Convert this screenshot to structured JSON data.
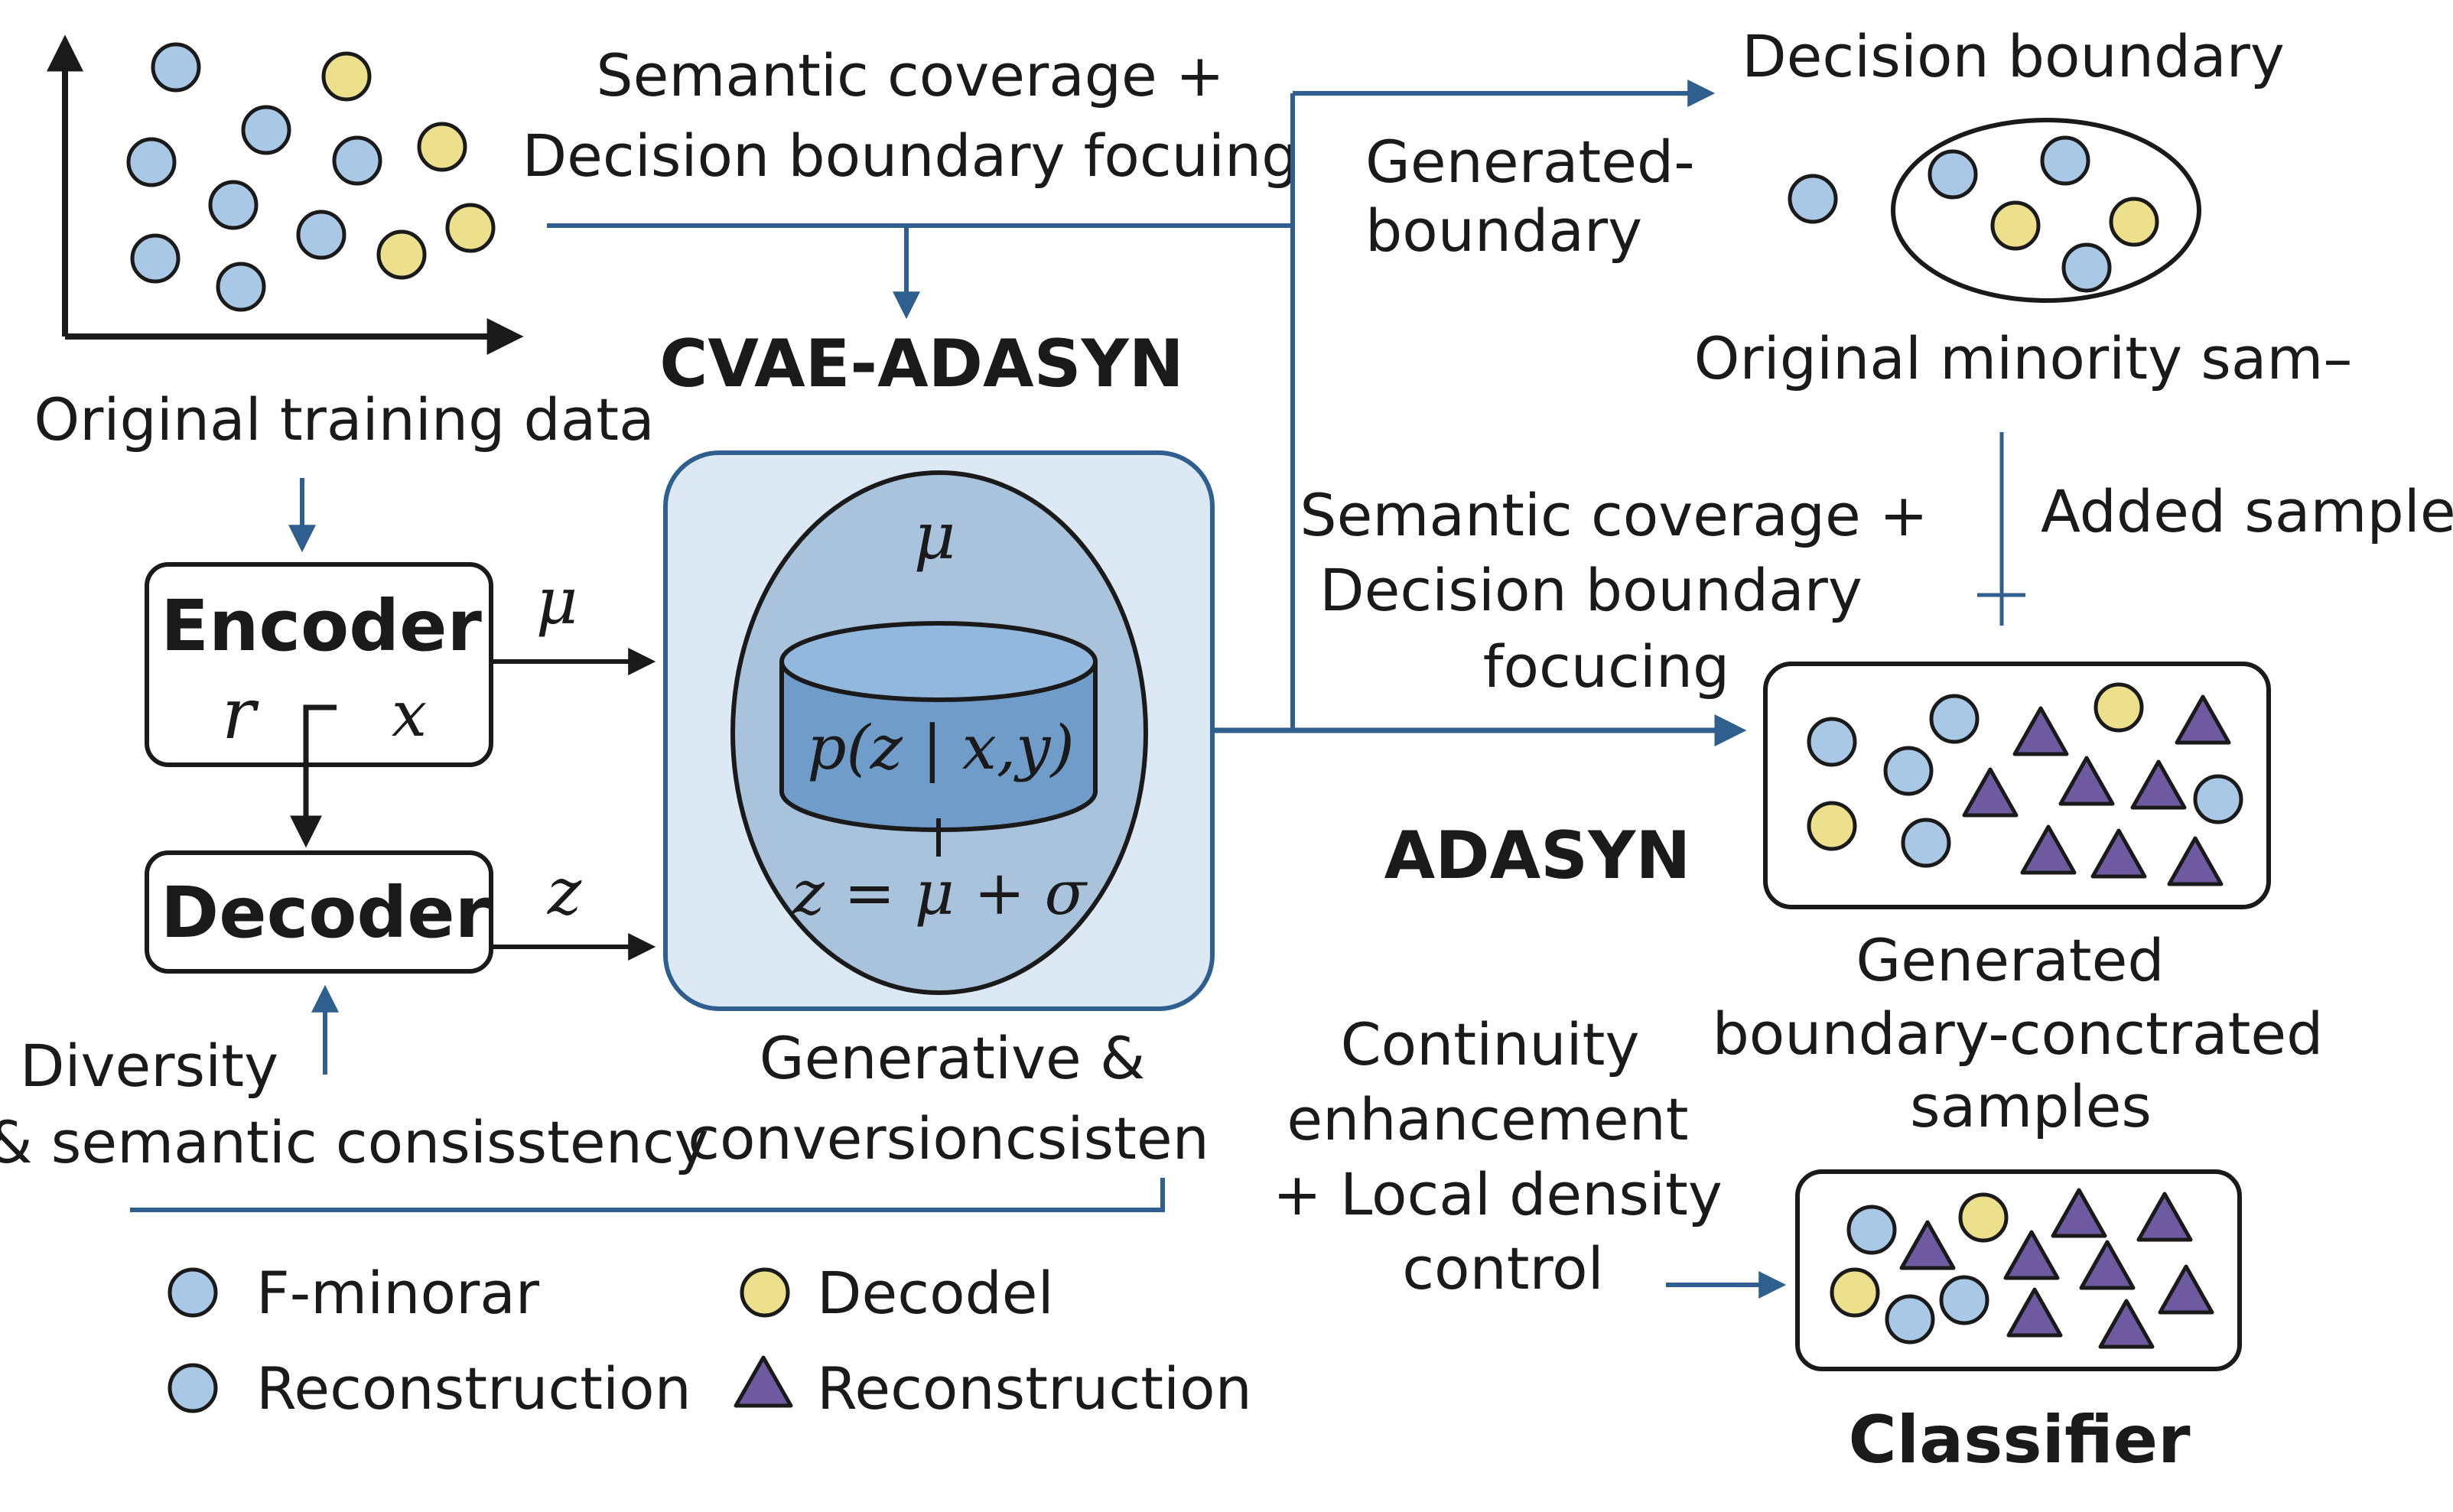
{
  "colors": {
    "blue_point": "#a9c8e5",
    "yellow_point": "#ece08c",
    "triangle": "#6e5aa0",
    "arrow_blue": "#2e5f8f",
    "cvae_panel": "#dce8f3",
    "ellipse_fill": "#a9c3dd",
    "cylinder_fill": "#6f9cc8"
  },
  "icons": {
    "circle_blue": "circle-marker-blue",
    "circle_yellow": "circle-marker-yellow",
    "triangle": "triangle-marker-purple"
  },
  "labels": {
    "original_training_data": "Original training data",
    "semantic_top_1": "Semantic coverage +",
    "semantic_top_2": "Decision boundary focuing",
    "cvae_title": "CVAE-ADASYN",
    "encoder": "Encoder",
    "encoder_r": "r",
    "encoder_x": "x",
    "decoder": "Decoder",
    "mu_arrow": "μ",
    "z_arrow": "z",
    "mu_inner": "μ",
    "p_formula": "p(z | x,y)",
    "z_formula": "z = μ + σ",
    "diversity_1": "Diversity",
    "diversity_2": "& semantic consisstency",
    "generative_1": "Generative &",
    "generative_2": "conversioncsisten",
    "decision_boundary": "Decision boundary",
    "generated_boundary_1": "Generated-",
    "generated_boundary_2": "boundary",
    "original_minority": "Original minority sam–",
    "semantic_mid_1": "Semantic coverage +",
    "semantic_mid_2": "Decision boundary",
    "semantic_mid_3": "focucing",
    "added_samples": "Added samples",
    "adasyn": "ADASYN",
    "generated_samples_1": "Generated",
    "generated_samples_2": "boundary-conctrated",
    "generated_samples_3": "samples",
    "continuity_1": "Continuity",
    "continuity_2": "enhancement",
    "continuity_3": "+ Local density",
    "continuity_4": "control",
    "classifier": "Classifier"
  },
  "legend": [
    {
      "marker": "circle-blue",
      "label": "F-minorar"
    },
    {
      "marker": "circle-yellow",
      "label": "Decodel"
    },
    {
      "marker": "circle-blue",
      "label": "Reconstruction"
    },
    {
      "marker": "triangle",
      "label": "Reconstruction"
    }
  ]
}
